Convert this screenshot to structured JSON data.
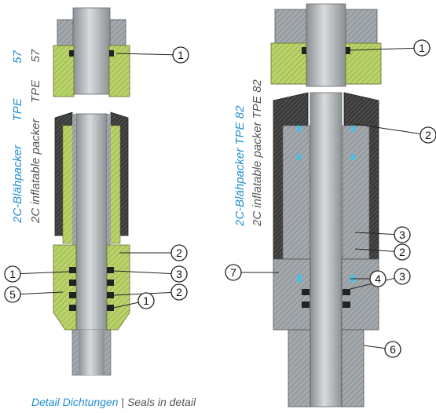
{
  "left_title": {
    "de_1": "2C-Blähpacker",
    "de_2": "TPE",
    "de_3": "57",
    "en_1": "2C inflatable packer",
    "en_2": "TPE",
    "en_3": "57"
  },
  "right_title": {
    "de": "2C-Blähpacker TPE 82",
    "en": "2C inflatable packer TPE 82"
  },
  "caption": {
    "de": "Detail Dichtungen",
    "sep": "|",
    "en": "Seals in detail"
  },
  "callouts": {
    "left_top": "1",
    "left_r1": "2",
    "left_r2": "3",
    "left_r3": "2",
    "left_r4": "1",
    "left_l1": "1",
    "left_l2": "5",
    "right_top": "1",
    "right_r1": "2",
    "right_r2": "3",
    "right_r3": "2",
    "right_r4": "3",
    "right_r5": "4",
    "right_r6": "6",
    "right_l1": "7"
  },
  "colors": {
    "title_blue": "#1f8fd0",
    "title_gray": "#555555",
    "green": "#b5cf63",
    "steel": "#9aa0a4",
    "dark": "#2b2b2b",
    "seal_blue": "#48bfe6"
  }
}
